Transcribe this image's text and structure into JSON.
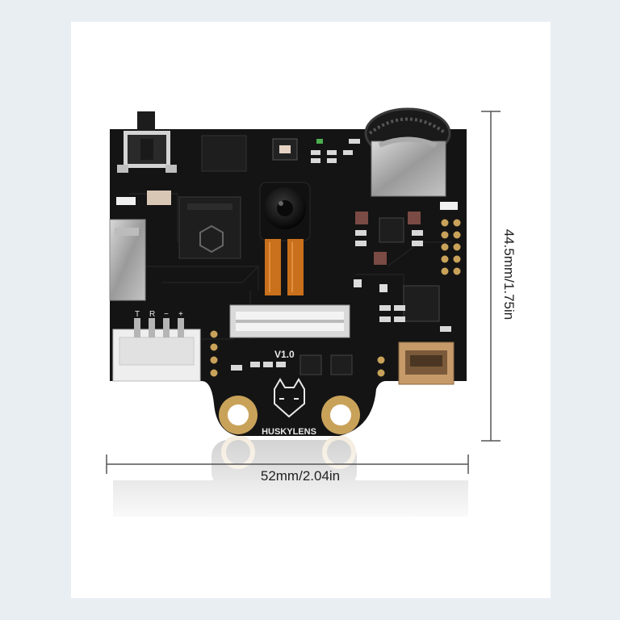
{
  "dimensions": {
    "width_label": "52mm/2.04in",
    "height_label": "44.5mm/1.75in"
  },
  "board": {
    "brand_text": "HUSKYLENS",
    "version_text": "V1.0",
    "pin_labels": [
      "T",
      "R",
      "−",
      "+"
    ],
    "colors": {
      "pcb": "#141414",
      "gold": "#c9a25a",
      "copper_ribbon": "#c8701c",
      "background": "#e9eef3",
      "card": "#ffffff"
    }
  }
}
